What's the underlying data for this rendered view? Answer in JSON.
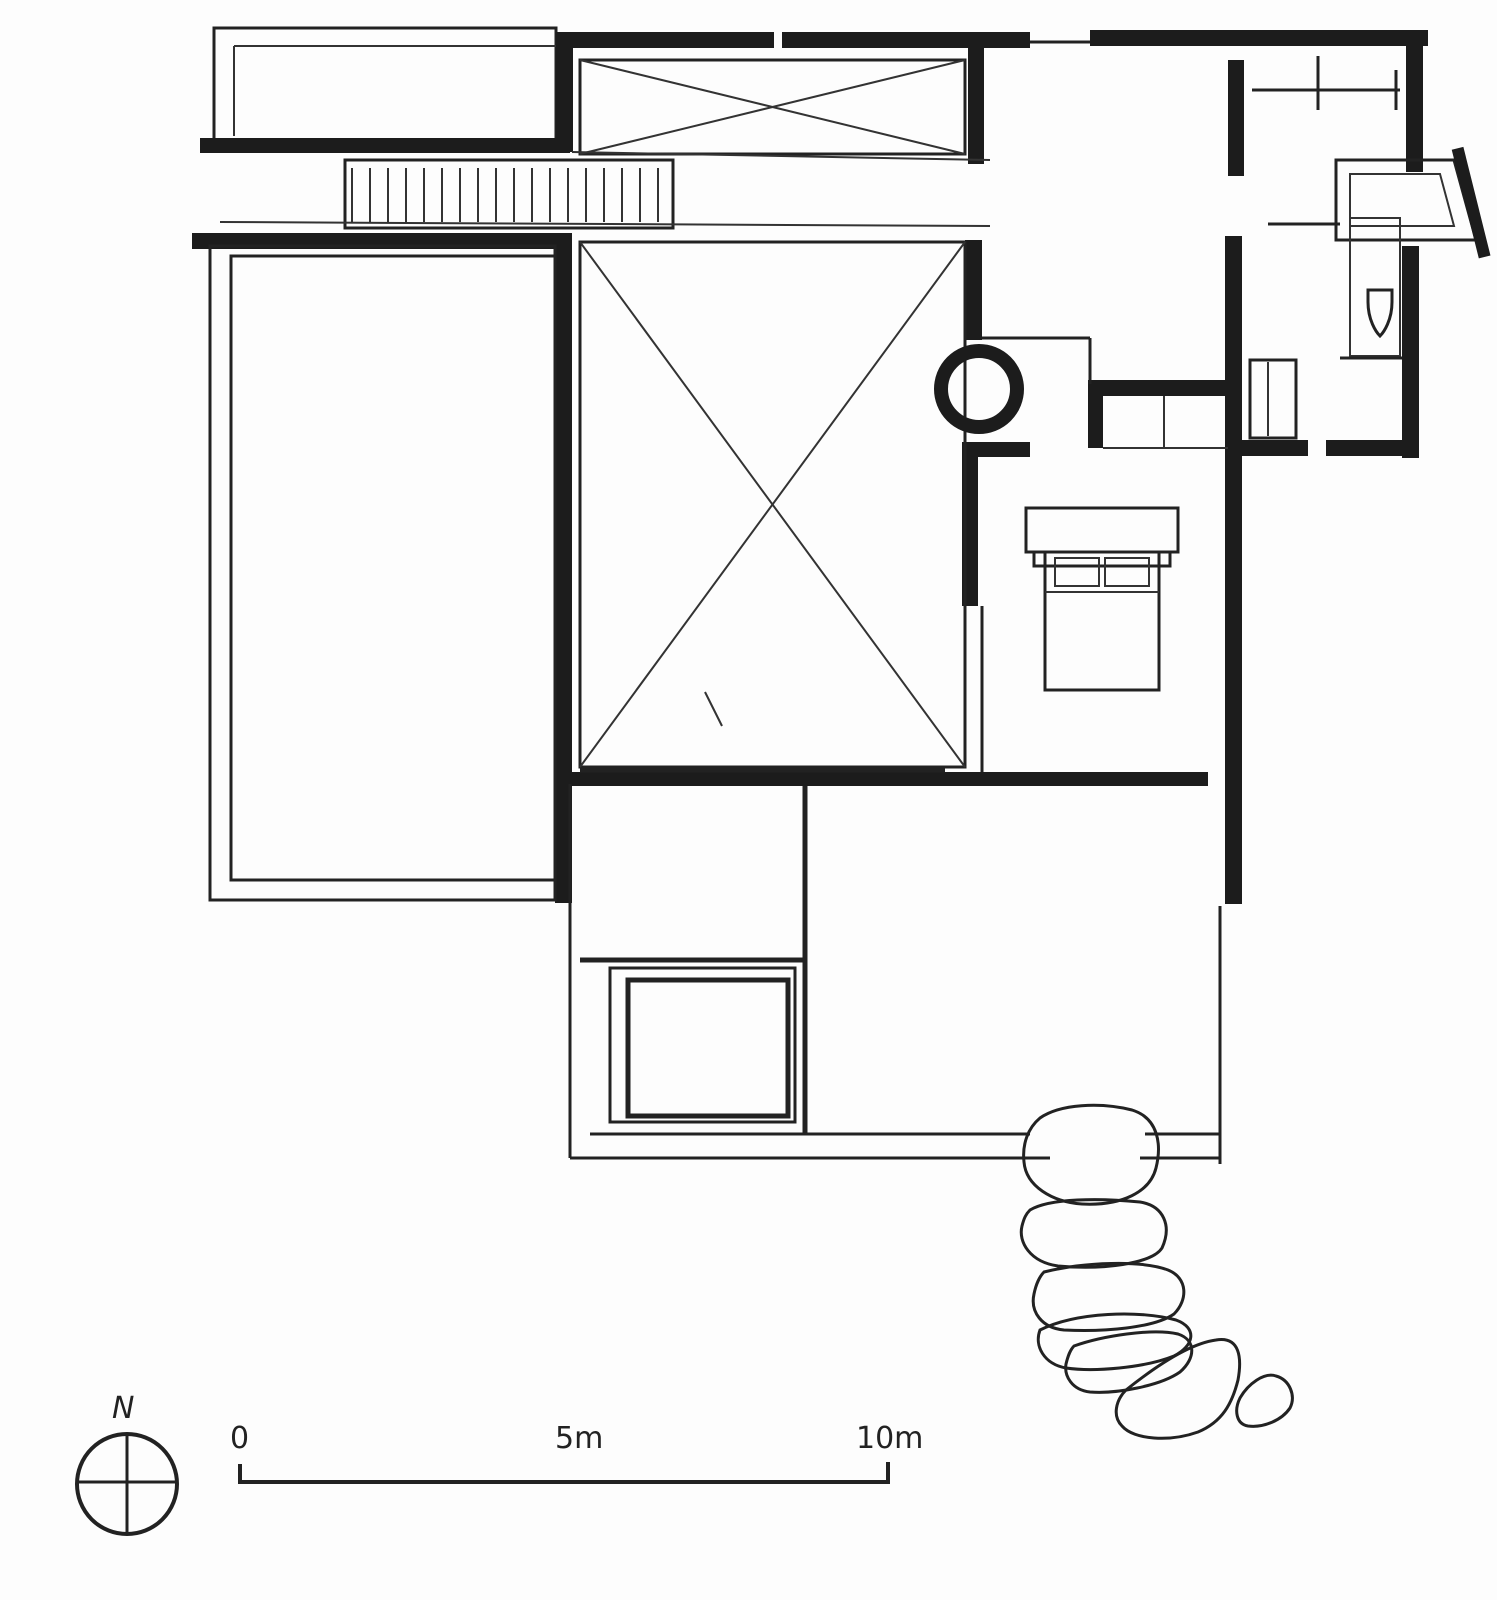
{
  "north_label": "N",
  "scale": {
    "tick_0": "0",
    "tick_5": "5m",
    "tick_10": "10m"
  },
  "colors": {
    "ink": "#1c1c1c",
    "paper": "#fdfdfd"
  }
}
